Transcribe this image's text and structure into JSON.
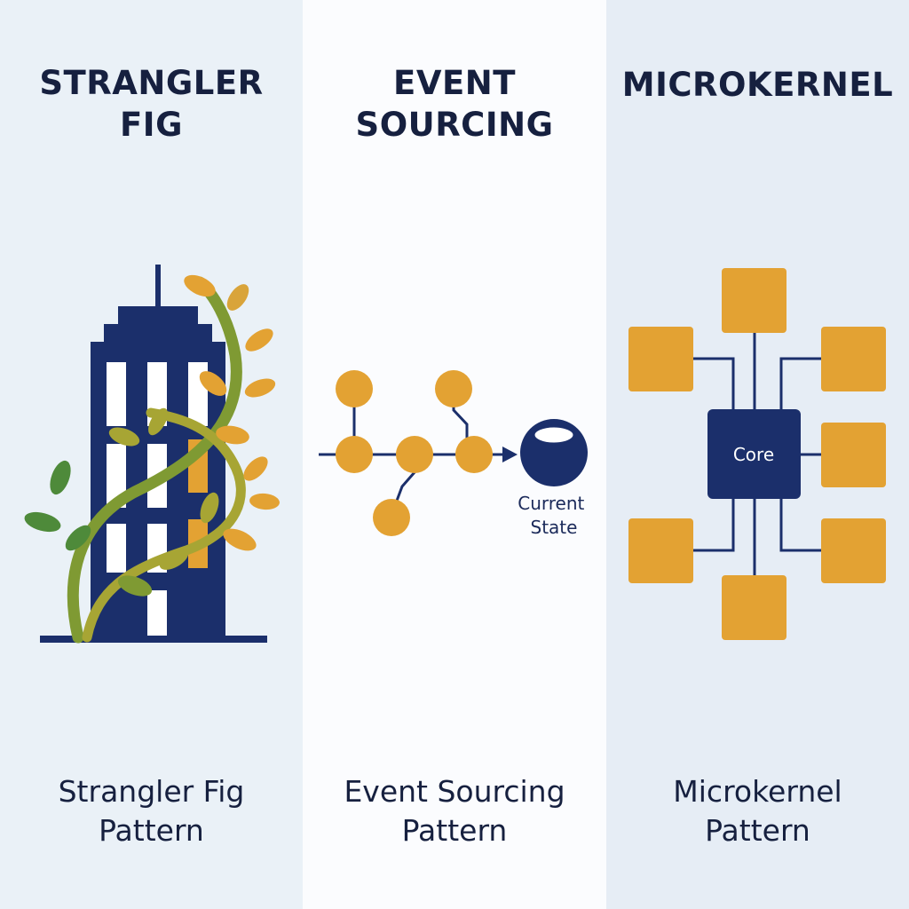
{
  "panels": [
    {
      "title_lines": [
        "STRANGLER",
        "FIG"
      ],
      "caption_lines": [
        "Strangler Fig",
        "Pattern"
      ]
    },
    {
      "title_lines": [
        "EVENT",
        "SOURCING"
      ],
      "caption_lines": [
        "Event Sourcing",
        "Pattern"
      ],
      "state_label_lines": [
        "Current",
        "State"
      ]
    },
    {
      "title_lines": [
        "MICROKERNEL"
      ],
      "caption_lines": [
        "Microkernel",
        "Pattern"
      ],
      "core_label": "Core"
    }
  ],
  "colors": {
    "navy": "#1b2f6b",
    "orange": "#e3a233",
    "green": "#4e8a3a",
    "text": "#16203f"
  }
}
